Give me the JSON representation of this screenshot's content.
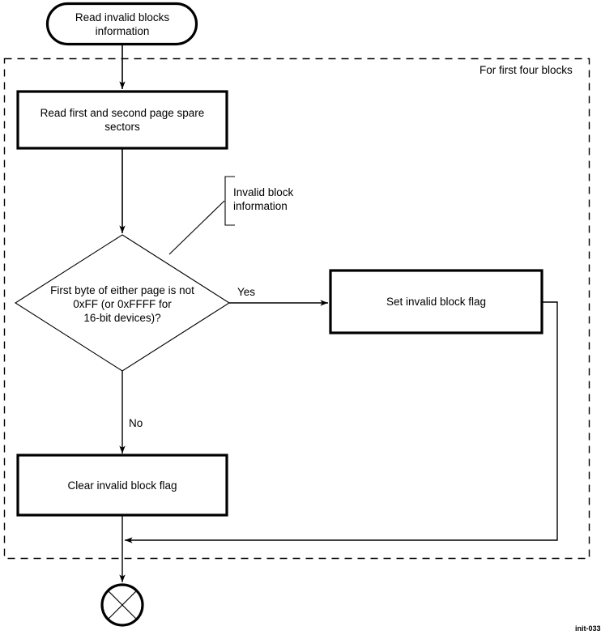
{
  "diagram": {
    "title_caption": "init-033",
    "group_label": "For first four blocks",
    "stroke_color": "#000000",
    "background_color": "#ffffff",
    "nodes": {
      "start_terminator": "Read invalid blocks\ninformation",
      "read_spare_sectors": "Read first and second page spare\nsectors",
      "decision": "First byte of either page is not\n0xFF (or 0xFFFF for\n16-bit devices)?",
      "set_flag": "Set invalid block flag",
      "clear_flag": "Clear invalid block flag",
      "annotation": "Invalid block\ninformation"
    },
    "edge_labels": {
      "yes": "Yes",
      "no": "No"
    }
  }
}
